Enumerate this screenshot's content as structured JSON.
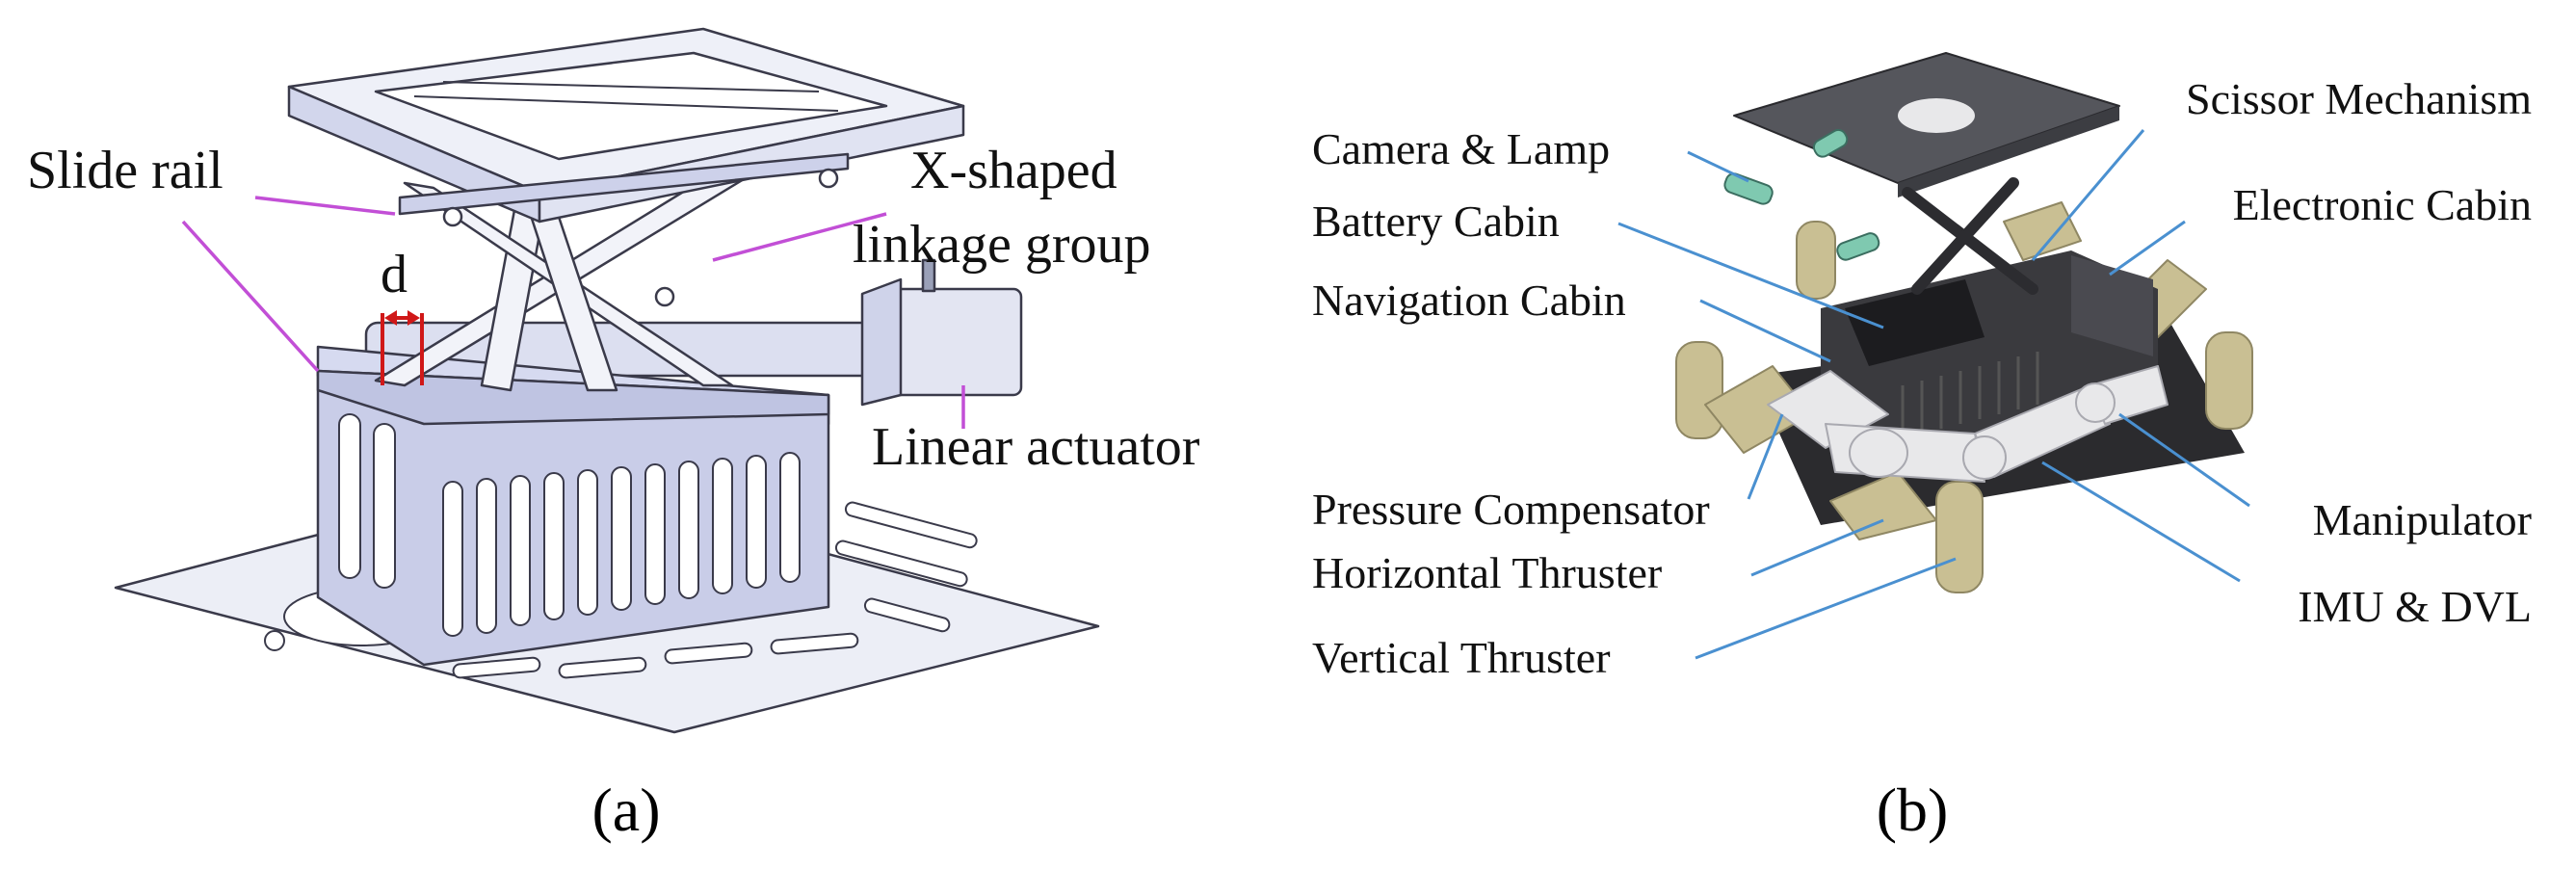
{
  "panel_a": {
    "labels": {
      "slide_rail": "Slide rail",
      "x_shaped_line1": "X-shaped",
      "x_shaped_line2": "linkage group",
      "d": "d",
      "linear_actuator": "Linear actuator"
    },
    "caption": "(a)",
    "colors": {
      "leader": "#c24fd6",
      "dimension": "#d01818",
      "frame": "#c9cde8",
      "outline": "#3a3a4a"
    }
  },
  "panel_b": {
    "labels": {
      "camera_lamp": "Camera & Lamp",
      "battery_cabin": "Battery Cabin",
      "navigation_cabin": "Navigation Cabin",
      "pressure_compensator": "Pressure Compensator",
      "horizontal_thruster": "Horizontal Thruster",
      "vertical_thruster": "Vertical Thruster",
      "scissor_mechanism": "Scissor Mechanism",
      "electronic_cabin": "Electronic Cabin",
      "manipulator": "Manipulator",
      "imu_dvl": "IMU & DVL"
    },
    "caption": "(b)",
    "colors": {
      "leader": "#4a90d0",
      "thruster": "#c9bf93",
      "body": "#2b2b2e",
      "arm": "#e8e8ea",
      "camera": "#7fc9b0"
    }
  }
}
